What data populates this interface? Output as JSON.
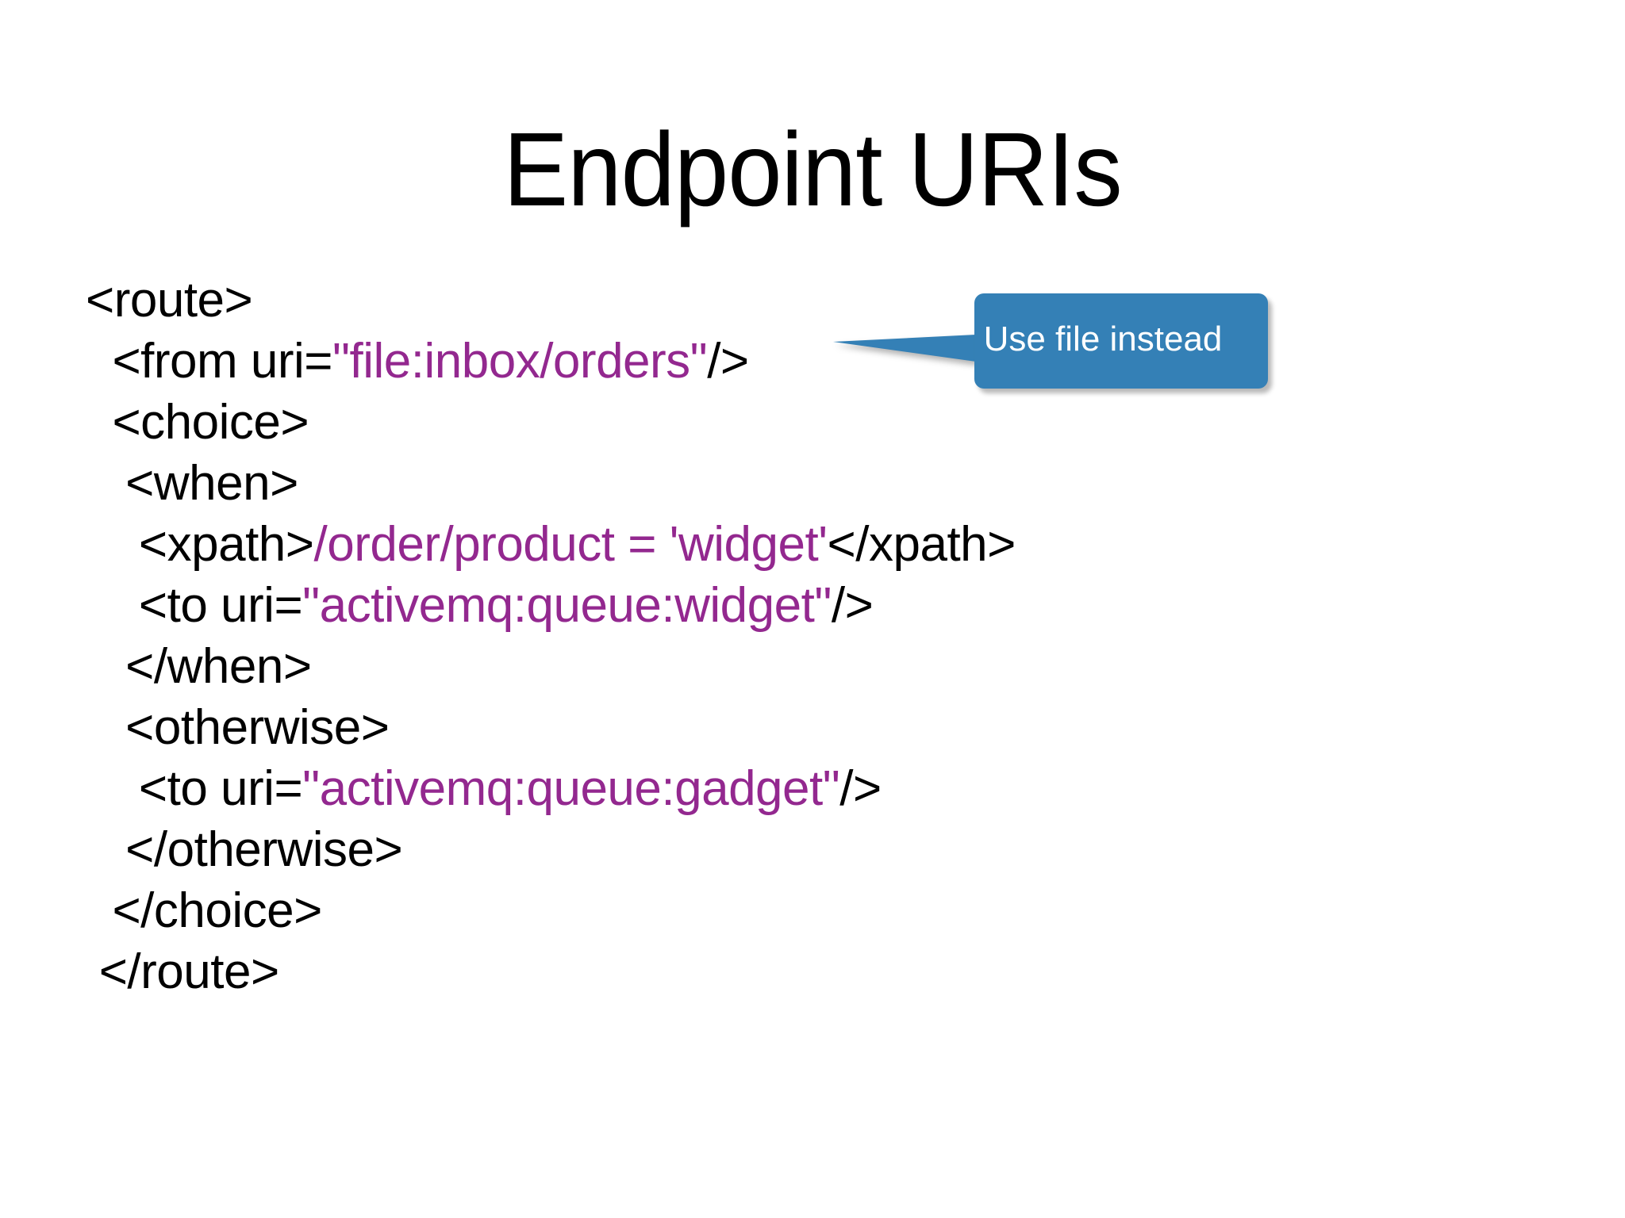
{
  "slide": {
    "background_color": "#ffffff",
    "title": "Endpoint URIs"
  },
  "code": {
    "text_color": "#000000",
    "value_color": "#93288F",
    "lines": [
      {
        "indent": "",
        "tag_open": "<route>",
        "value": "",
        "tag_close": ""
      },
      {
        "indent": "  ",
        "tag_open": "<from uri=",
        "value": "\"file:inbox/orders\"",
        "tag_close": "/>"
      },
      {
        "indent": "  ",
        "tag_open": "<choice>",
        "value": "",
        "tag_close": ""
      },
      {
        "indent": "   ",
        "tag_open": "<when>",
        "value": "",
        "tag_close": ""
      },
      {
        "indent": "    ",
        "tag_open": "<xpath>",
        "value": "/order/product = 'widget'",
        "tag_close": "</xpath>"
      },
      {
        "indent": "    ",
        "tag_open": "<to uri=",
        "value": "\"activemq:queue:widget\"",
        "tag_close": "/>"
      },
      {
        "indent": "   ",
        "tag_open": "</when>",
        "value": "",
        "tag_close": ""
      },
      {
        "indent": "   ",
        "tag_open": "<otherwise>",
        "value": "",
        "tag_close": ""
      },
      {
        "indent": "    ",
        "tag_open": "<to uri=",
        "value": "\"activemq:queue:gadget\"",
        "tag_close": "/>"
      },
      {
        "indent": "   ",
        "tag_open": "</otherwise>",
        "value": "",
        "tag_close": ""
      },
      {
        "indent": "  ",
        "tag_open": "</choice>",
        "value": "",
        "tag_close": ""
      },
      {
        "indent": " ",
        "tag_open": "</route>",
        "value": "",
        "tag_close": ""
      }
    ]
  },
  "callout": {
    "text": "Use file instead",
    "fill_color": "#3480B6",
    "text_color": "#ffffff",
    "points_to": "<from uri=\"file:inbox/orders\"/>"
  }
}
